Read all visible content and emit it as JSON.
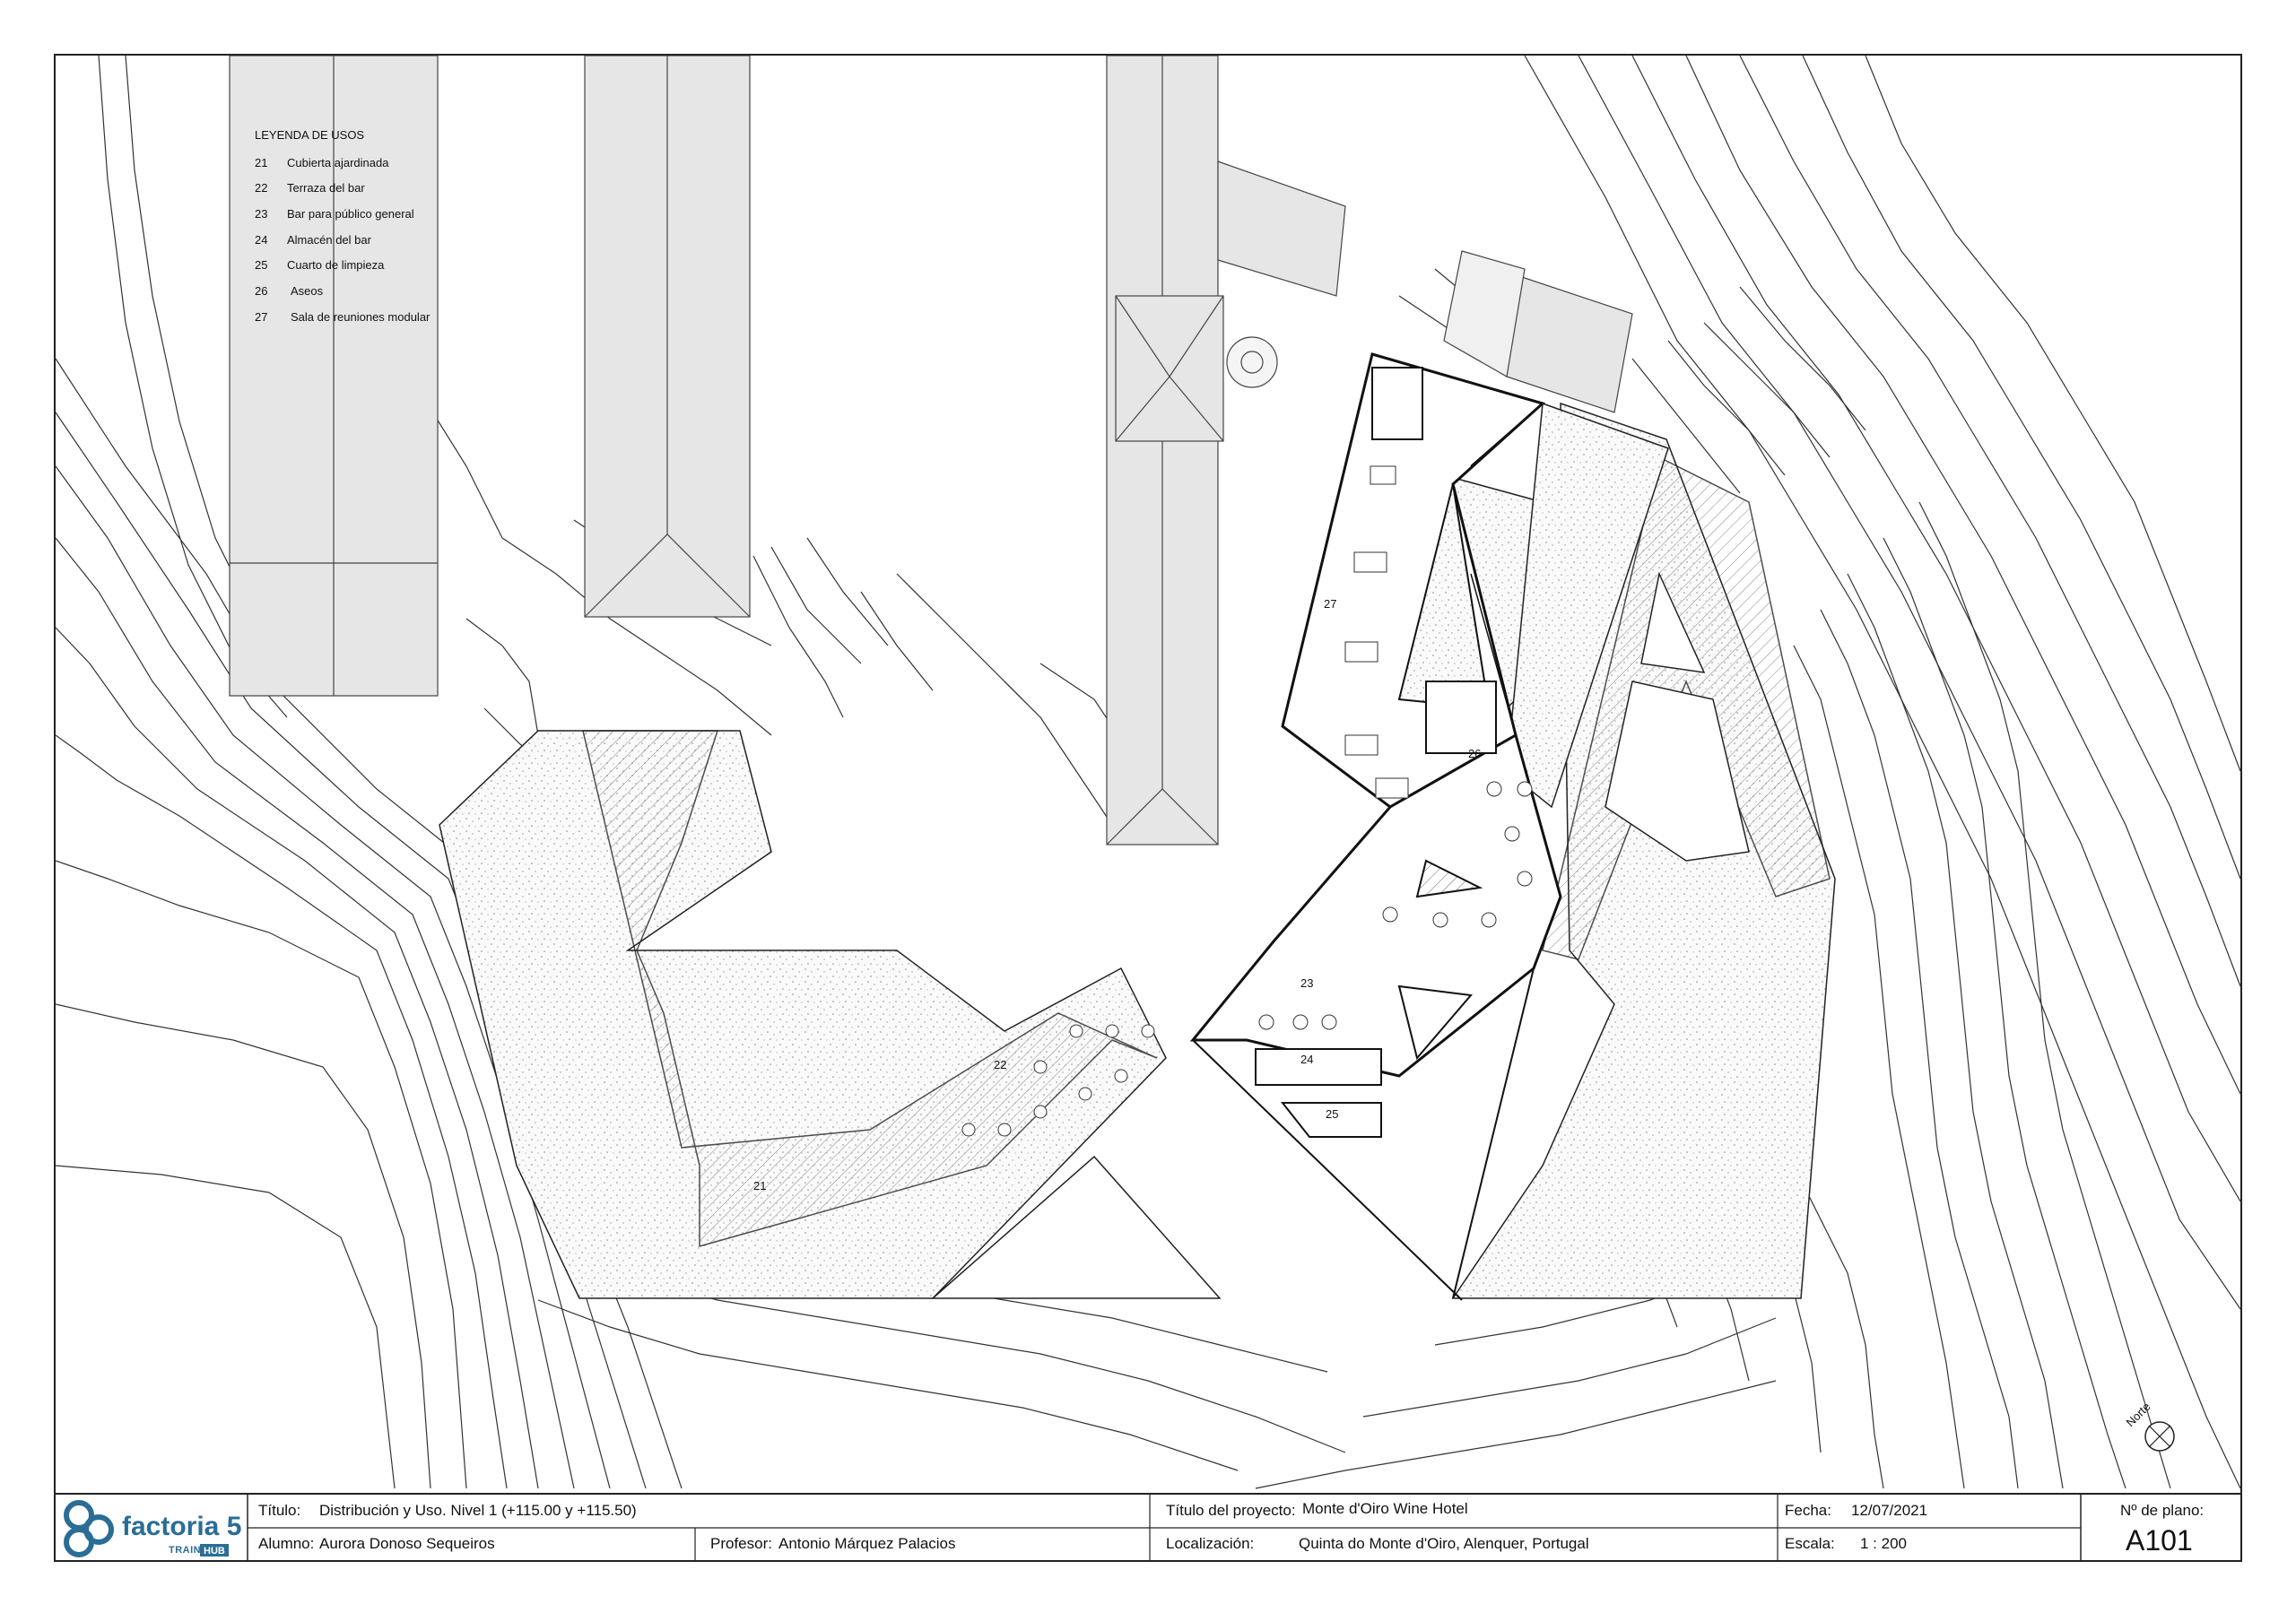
{
  "legend": {
    "title": "LEYENDA DE USOS",
    "items": [
      {
        "num": "21",
        "label": "Cubierta ajardinada"
      },
      {
        "num": "22",
        "label": "Terraza del bar"
      },
      {
        "num": "23",
        "label": "Bar para público general"
      },
      {
        "num": "24",
        "label": "Almacén del bar"
      },
      {
        "num": "25",
        "label": "Cuarto de limpieza"
      },
      {
        "num": "26",
        "label": "Aseos"
      },
      {
        "num": "27",
        "label": "Sala de reuniones modular"
      }
    ]
  },
  "rooms": {
    "r21": "21",
    "r22": "22",
    "r23": "23",
    "r24": "24",
    "r25": "25",
    "r26": "26",
    "r27": "27"
  },
  "north_label": "Norte",
  "title_block": {
    "logo_word": "factoria 5",
    "logo_sub": "TRAINING",
    "logo_hub": "HUB",
    "titulo_label": "Título:",
    "titulo_value": "Distribución y Uso. Nivel 1 (+115.00 y +115.50)",
    "proyecto_label": "Título del proyecto:",
    "proyecto_value": "Monte d'Oiro Wine Hotel",
    "fecha_label": "Fecha:",
    "fecha_value": "12/07/2021",
    "plano_label": "Nº de plano:",
    "plano_value": "A101",
    "alumno_label": "Alumno:",
    "alumno_value": "Aurora Donoso Sequeiros",
    "profesor_label": "Profesor:",
    "profesor_value": "Antonio Márquez Palacios",
    "localizacion_label": "Localización:",
    "localizacion_value": "Quinta do Monte d'Oiro, Alenquer, Portugal",
    "escala_label": "Escala:",
    "escala_value": "1 : 200"
  },
  "colors": {
    "line": "#222222",
    "existing_building": "#e6e6e6",
    "gravel_fill": "#f3f3f3",
    "logo_blue": "#2a6d96"
  }
}
